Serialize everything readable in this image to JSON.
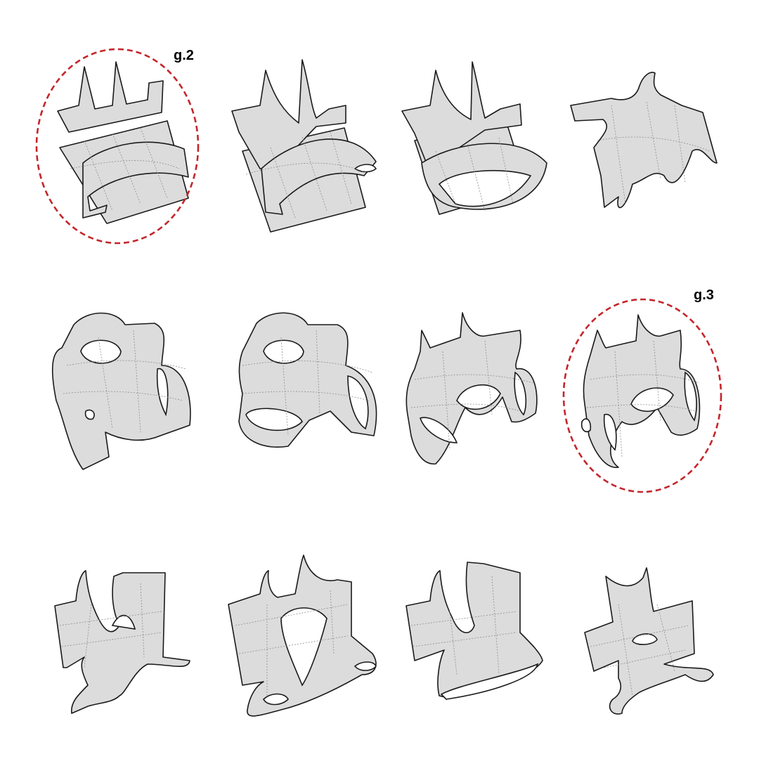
{
  "labels": {
    "g2": "g.2",
    "g3": "g.3"
  },
  "colors": {
    "surface": "#dcdcdc",
    "edge": "#1a1a1a",
    "isocurve": "#8e8e8e",
    "highlight_ring": "#c4262b"
  },
  "grid": {
    "rows": 3,
    "columns": 4
  },
  "highlighted": [
    "g.2",
    "g.3"
  ]
}
